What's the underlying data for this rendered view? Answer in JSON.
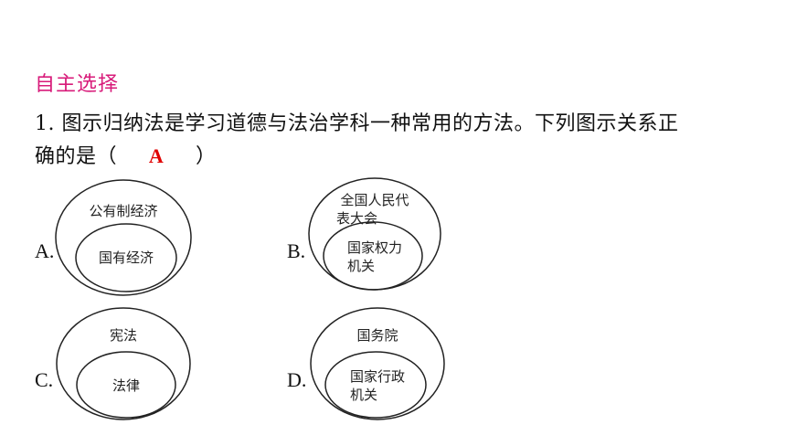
{
  "section": {
    "title": "自主选择"
  },
  "question": {
    "line1": "1. 图示归纳法是学习道德与法治学科一种常用的方法。下列图示关系正",
    "line2_prefix": "确的是（",
    "answer": "A",
    "line2_suffix": "）"
  },
  "colors": {
    "title": "#d81b7a",
    "answer": "#e00000",
    "line": "#222222"
  },
  "options": [
    {
      "letter": "A.",
      "outer": [
        "公有制经济"
      ],
      "inner": [
        "国有经济"
      ]
    },
    {
      "letter": "B.",
      "outer": [
        "全国人民代",
        "表大会"
      ],
      "inner": [
        "国家权力",
        "机关"
      ]
    },
    {
      "letter": "C.",
      "outer": [
        "宪法"
      ],
      "inner": [
        "法律"
      ]
    },
    {
      "letter": "D.",
      "outer": [
        "国务院"
      ],
      "inner": [
        "国家行政",
        "机关"
      ]
    }
  ]
}
